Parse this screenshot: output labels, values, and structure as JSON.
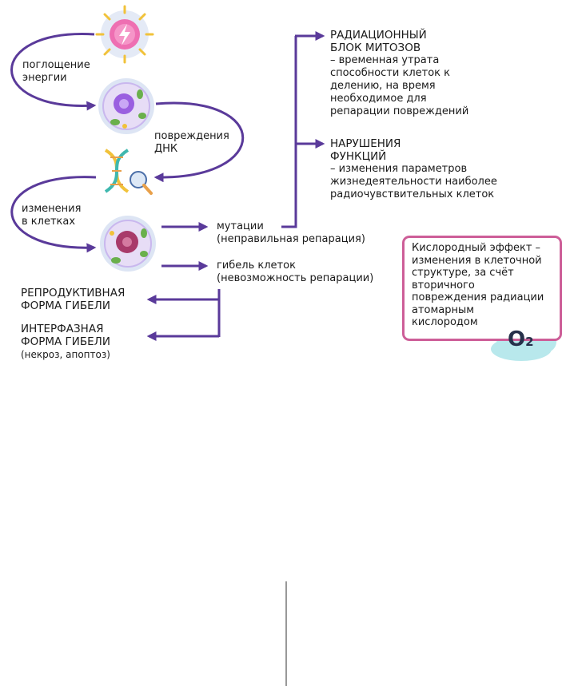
{
  "colors": {
    "arrow": "#5a3a9a",
    "box_border": "#cd5e98",
    "text": "#1a1a1a"
  },
  "icons": [
    "energy-burst-icon",
    "cell-icon",
    "dna-magnifier-icon",
    "damaged-cell-icon",
    "oxygen-cloud-icon"
  ],
  "labels": {
    "energy_absorption": [
      "поглощение",
      "энергии"
    ],
    "dna_damage": [
      "повреждения",
      "ДНК"
    ],
    "cell_changes": [
      "изменения",
      "в клетках"
    ],
    "mutations": [
      "мутации",
      "(неправильная репарация)"
    ],
    "cell_death": [
      "гибель клеток",
      "(невозможность репарации)"
    ]
  },
  "outcomes": {
    "radiation_block": {
      "title": [
        "РАДИАЦИОННЫЙ",
        "БЛОК МИТОЗОВ"
      ],
      "desc": [
        "– временная утрата",
        "способности клеток к",
        "делению, на время",
        "необходимое для",
        "репарации повреждений"
      ]
    },
    "dysfunction": {
      "title": [
        "НАРУШЕНИЯ",
        "ФУНКЦИЙ"
      ],
      "desc": [
        "– изменения параметров",
        "жизнедеятельности наиболее",
        "радиочувствительных клеток"
      ]
    },
    "reproductive_death": {
      "title": [
        "РЕПРОДУКТИВНАЯ",
        "ФОРМА ГИБЕЛИ"
      ]
    },
    "interphase_death": {
      "title": [
        "ИНТЕРФАЗНАЯ",
        "ФОРМА ГИБЕЛИ"
      ],
      "note": "(некроз, апоптоз)"
    }
  },
  "oxygen_effect": {
    "text": [
      "Кислородный эффект –",
      "изменения в клеточной",
      "структуре, за счёт",
      "вторичного",
      "повреждения радиации",
      "атомарным",
      "кислородом"
    ],
    "symbol": "O",
    "subscript": "2"
  }
}
